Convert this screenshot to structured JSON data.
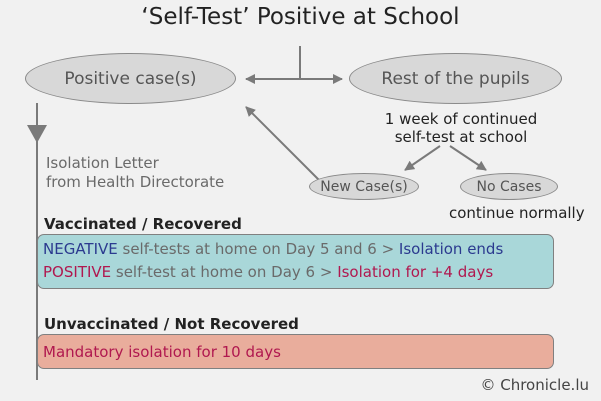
{
  "title": "‘Self-Test’ Positive at School",
  "nodes": {
    "positive_case": "Positive case(s)",
    "rest_of_pupils": "Rest of the pupils",
    "new_cases": "New Case(s)",
    "no_cases": "No Cases"
  },
  "notes": {
    "week_line1": "1 week of continued",
    "week_line2": "self-test at school",
    "letter_line1": "Isolation Letter",
    "letter_line2": "from Health Directorate",
    "continue": "continue normally"
  },
  "vaccinated": {
    "heading": "Vaccinated / Recovered",
    "line1": {
      "keyword": "NEGATIVE",
      "middle": " self-tests at home on Day 5 and 6 > ",
      "outcome": "Isolation ends"
    },
    "line2": {
      "keyword": "POSITIVE",
      "middle": " self-test at home on Day 6 > ",
      "outcome": "Isolation for +4 days"
    }
  },
  "unvaccinated": {
    "heading": "Unvaccinated / Not Recovered",
    "text": "Mandatory isolation for 10 days"
  },
  "credit": "© Chronicle.lu",
  "colors": {
    "negative": "#2b3a8f",
    "positive": "#b0184f",
    "vaccinated_box": "#a9d7d9",
    "unvaccinated_box": "#e9ad9c",
    "connector": "#7a7a7a"
  }
}
